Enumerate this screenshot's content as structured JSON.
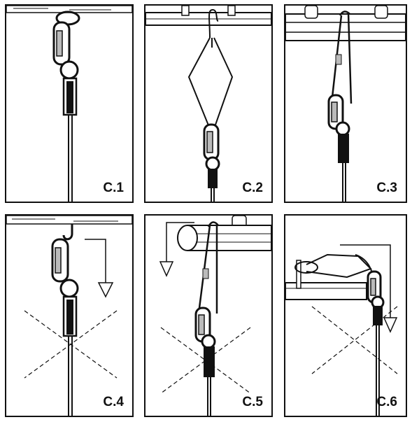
{
  "panels": [
    {
      "id": "p1",
      "label": "C.1",
      "allowed": true
    },
    {
      "id": "p2",
      "label": "C.2",
      "allowed": true
    },
    {
      "id": "p3",
      "label": "C.3",
      "allowed": true
    },
    {
      "id": "p4",
      "label": "C.4",
      "allowed": false
    },
    {
      "id": "p5",
      "label": "C.5",
      "allowed": false
    },
    {
      "id": "p6",
      "label": "C.6",
      "allowed": false
    }
  ],
  "colors": {
    "ink": "#111111",
    "paper": "#ffffff",
    "fill": "#bbbbbb"
  }
}
